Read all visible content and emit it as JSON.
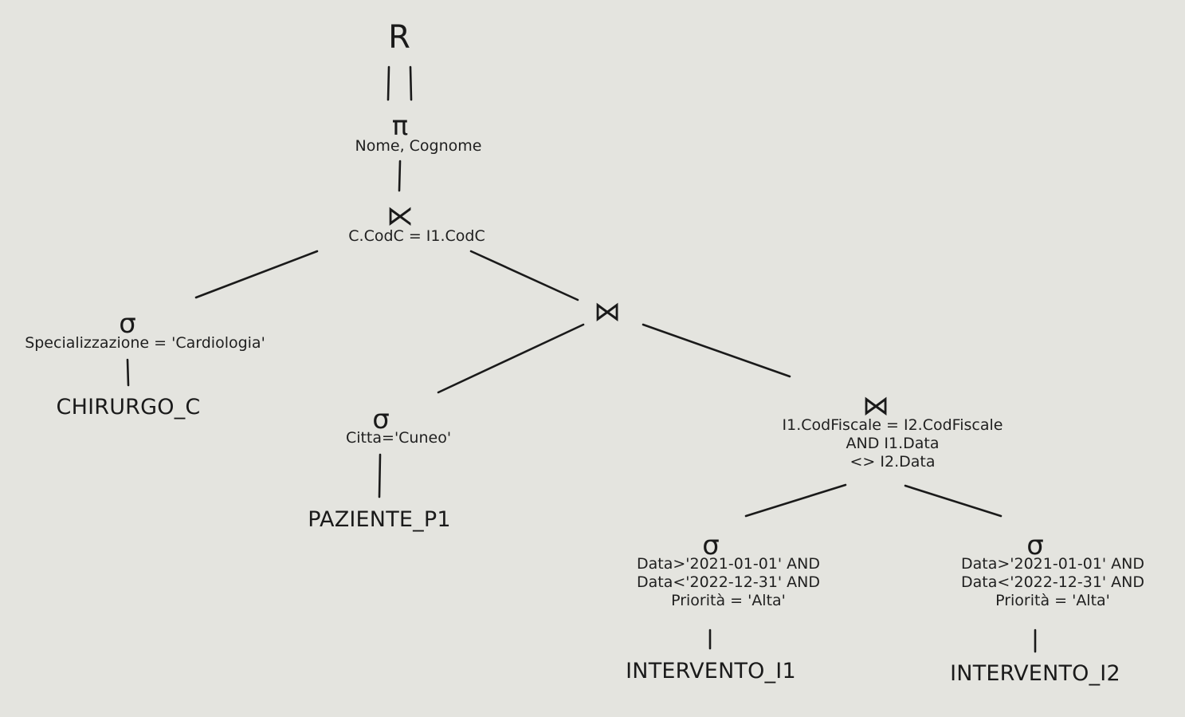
{
  "nodes": {
    "result": {
      "symbol": "R"
    },
    "projection": {
      "symbol": "π",
      "condition": "Nome, Cognome"
    },
    "semijoin": {
      "symbol": "⋉",
      "condition": "C.CodC = I1.CodC"
    },
    "select_chirurgo": {
      "symbol": "σ",
      "condition": "Specializzazione = 'Cardiologia'"
    },
    "rel_chirurgo": {
      "label": "CHIRURGO_C"
    },
    "join_main": {
      "symbol": "⋈"
    },
    "select_paziente": {
      "symbol": "σ",
      "condition": "Citta='Cuneo'"
    },
    "rel_paziente": {
      "label": "PAZIENTE_P1"
    },
    "join_interventi": {
      "symbol": "⋈",
      "condition_lines": [
        "I1.CodFiscale = I2.CodFiscale",
        "AND I1.Data",
        "<> I2.Data"
      ]
    },
    "select_i1": {
      "symbol": "σ",
      "condition_lines": [
        "Data>'2021-01-01' AND",
        "Data<'2022-12-31' AND",
        "Priorità = 'Alta'"
      ]
    },
    "rel_i1": {
      "label": "INTERVENTO_I1"
    },
    "select_i2": {
      "symbol": "σ",
      "condition_lines": [
        "Data>'2021-01-01' AND",
        "Data<'2022-12-31' AND",
        "Priorità = 'Alta'"
      ]
    },
    "rel_i2": {
      "label": "INTERVENTO_I2"
    }
  }
}
